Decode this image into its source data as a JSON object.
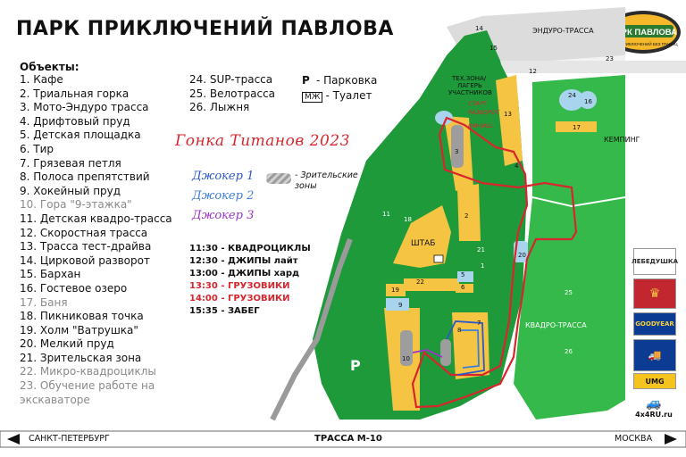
{
  "title": "ПАРК ПРИКЛЮЧЕНИЙ ПАВЛОВА",
  "legend": {
    "heading": "Объекты:",
    "items": [
      {
        "text": "1. Кафе",
        "gray": false
      },
      {
        "text": "2. Триальная горка",
        "gray": false
      },
      {
        "text": "3. Мото-Эндуро трасса",
        "gray": false
      },
      {
        "text": "4. Дрифтовый пруд",
        "gray": false
      },
      {
        "text": "5. Детская площадка",
        "gray": false
      },
      {
        "text": "6. Тир",
        "gray": false
      },
      {
        "text": "7. Грязевая петля",
        "gray": false
      },
      {
        "text": "8. Полоса препятствий",
        "gray": false
      },
      {
        "text": "9. Хокейный пруд",
        "gray": false
      },
      {
        "text": "10. Гора \"9-этажка\"",
        "gray": true
      },
      {
        "text": "11. Детская квадро-трасса",
        "gray": false
      },
      {
        "text": "12. Скоростная трасса",
        "gray": false
      },
      {
        "text": "13. Трасса тест-драйва",
        "gray": false
      },
      {
        "text": "14. Цирковой разворот",
        "gray": false
      },
      {
        "text": "15. Бархан",
        "gray": false
      },
      {
        "text": "16. Гостевое озеро",
        "gray": false
      },
      {
        "text": "17. Баня",
        "gray": true
      },
      {
        "text": "18. Пикниковая точка",
        "gray": false
      },
      {
        "text": "19. Холм \"Ватрушка\"",
        "gray": false
      },
      {
        "text": "20. Мелкий пруд",
        "gray": false
      },
      {
        "text": "21. Зрительская зона",
        "gray": false
      },
      {
        "text": "22. Микро-квадроциклы",
        "gray": true
      },
      {
        "text": "23. Обучение работе на",
        "gray": true
      },
      {
        "text": "экскаваторе",
        "gray": true
      }
    ],
    "items2": [
      {
        "text": "24. SUP-трасса"
      },
      {
        "text": "25. Велотрасса"
      },
      {
        "text": "26. Лыжня"
      }
    ],
    "parking_symbol": "P",
    "parking_label": "- Парковка",
    "toilet_symbol": "МЖ",
    "toilet_label": "- Туалет"
  },
  "race": {
    "title": "Гонка Титанов 2023",
    "joker1": "Джокер 1",
    "joker2": "Джокер 2",
    "joker3": "Джокер 3",
    "spectator_zones": "- Зрительские зоны",
    "schedule": [
      {
        "text": "11:30 - КВАДРОЦИКЛЫ",
        "red": false
      },
      {
        "text": "12:30 - ДЖИПЫ лайт",
        "red": false
      },
      {
        "text": "13:00 - ДЖИПЫ хард",
        "red": false
      },
      {
        "text": "13:30 - ГРУЗОВИКИ",
        "red": true
      },
      {
        "text": "14:00 - ГРУЗОВИКИ",
        "red": true
      },
      {
        "text": "15:35 - ЗАБЕГ",
        "red": false
      }
    ]
  },
  "map": {
    "enduro": "ЭНДУРО-ТРАССА",
    "camping": "КЕМПИНГ",
    "hq": "ШТАБ",
    "quad": "КВАДРО-ТРАССА",
    "tech1": "ТЕХ.ЗОНА/",
    "tech2": "ЛАГЕРЬ",
    "tech3": "УЧАСТНИКОВ",
    "start": "СТАРТ",
    "turn": "РАЗВОРОТ",
    "finish": "ФИНИШ",
    "parking": "P",
    "numbers": [
      "1",
      "2",
      "3",
      "4",
      "5",
      "6",
      "7",
      "8",
      "9",
      "10",
      "11",
      "12",
      "13",
      "14",
      "15",
      "16",
      "17",
      "18",
      "19",
      "20",
      "21",
      "22",
      "23",
      "24",
      "25",
      "26"
    ]
  },
  "road": {
    "left": "САНКТ-ПЕТЕРБУРГ",
    "center": "ТРАССА М-10",
    "right": "МОСКВА"
  },
  "logo": {
    "name": "ПАРК ПАВЛОВА",
    "tagline": "ПАРК ПРИКЛЮЧЕНИЙ БЕЗ ГРАНИЦ"
  },
  "sponsors": {
    "lebedushka": "ЛЕБЕДУШКА",
    "goodyear": "GOODYEAR",
    "umg": "UMG",
    "fourx4": "4x4RU.ru"
  },
  "colors": {
    "green_dark": "#1f9a3a",
    "green_light": "#35b94a",
    "yellow": "#f6c443",
    "blue": "#a9d4ee",
    "route": "#d7262e",
    "gray_zone": "#9d9d9d"
  }
}
